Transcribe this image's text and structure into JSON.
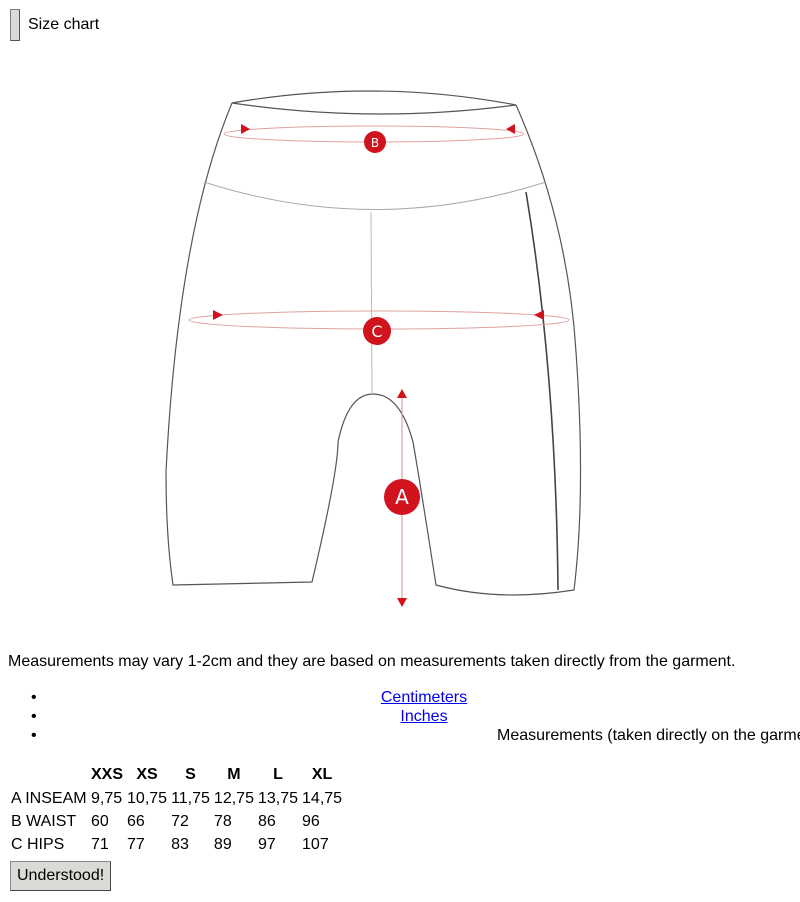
{
  "header": {
    "title": "Size chart"
  },
  "diagram": {
    "markers": {
      "a": "A",
      "b": "B",
      "c": "C"
    },
    "marker_color": "#d0131c"
  },
  "note": "Measurements may vary 1-2cm and they are based on measurements taken directly from the garment.",
  "units": {
    "centimeters": "Centimeters",
    "inches": "Inches",
    "measurements": "Measurements (taken directly on the garment)"
  },
  "table": {
    "headers": [
      "XXS",
      "XS",
      "S",
      "M",
      "L",
      "XL"
    ],
    "rows": [
      {
        "label": "A INSEAM",
        "values": [
          "9,75",
          "10,75",
          "11,75",
          "12,75",
          "13,75",
          "14,75"
        ]
      },
      {
        "label": "B WAIST",
        "values": [
          "60",
          "66",
          "72",
          "78",
          "86",
          "96"
        ]
      },
      {
        "label": "C HIPS",
        "values": [
          "71",
          "77",
          "83",
          "89",
          "97",
          "107"
        ]
      }
    ]
  },
  "confirm_button": "Understood!"
}
